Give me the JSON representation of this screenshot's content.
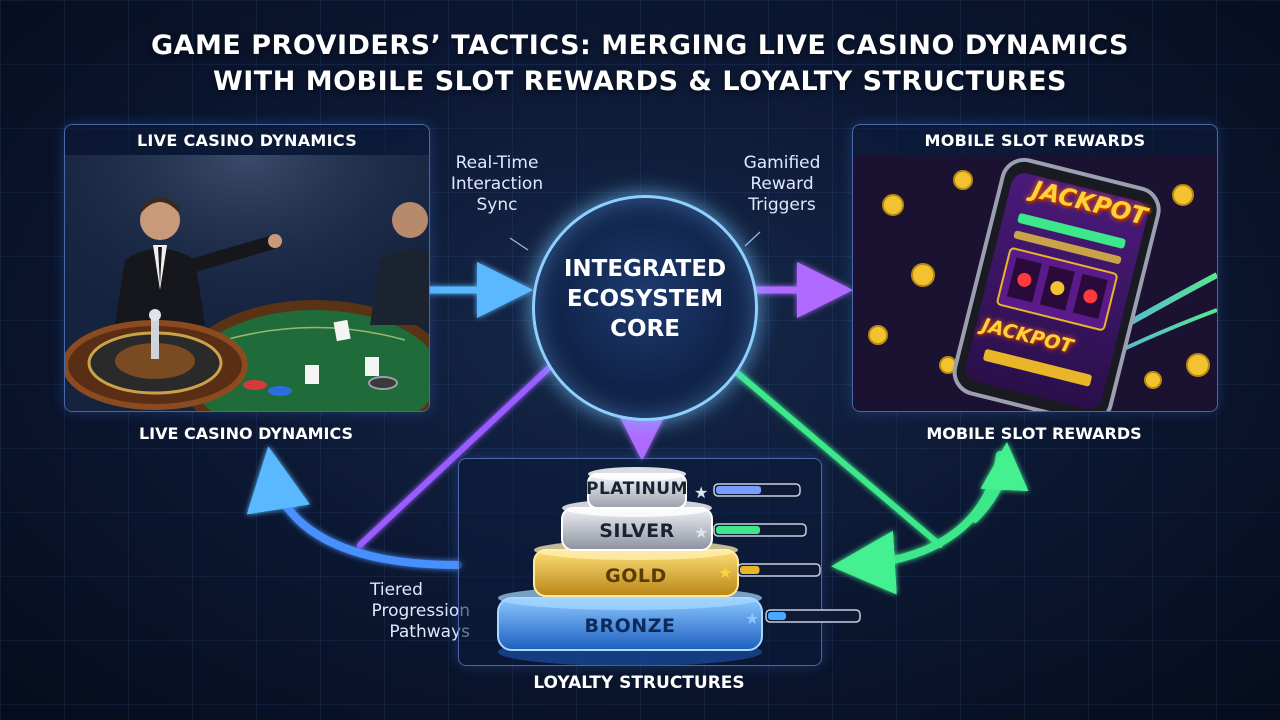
{
  "title": {
    "line1": "GAME PROVIDERS’ TACTICS: MERGING LIVE CASINO DYNAMICS",
    "line2": "WITH MOBILE SLOT REWARDS & LOYALTY STRUCTURES"
  },
  "live_panel": {
    "header": "LIVE CASINO DYNAMICS",
    "caption": "LIVE CASINO DYNAMICS"
  },
  "slot_panel": {
    "header": "MOBILE SLOT REWARDS",
    "caption": "MOBILE SLOT REWARDS",
    "jackpot_top": "JACKPOT",
    "jackpot_bottom": "JACKPOT"
  },
  "core": {
    "line1": "INTEGRATED",
    "line2": "ECOSYSTEM",
    "line3": "CORE"
  },
  "connectors": {
    "left_top": [
      "Real-Time",
      "Interaction",
      "Sync"
    ],
    "right_top": [
      "Gamified",
      "Reward",
      "Triggers"
    ],
    "bottom_left": [
      "Tiered",
      "Progression",
      "Pathways"
    ]
  },
  "loyalty": {
    "caption": "LOYALTY STRUCTURES",
    "tiers": [
      {
        "name": "PLATINUM",
        "progress": 0.55
      },
      {
        "name": "SILVER",
        "progress": 0.5
      },
      {
        "name": "GOLD",
        "progress": 0.25
      },
      {
        "name": "BRONZE",
        "progress": 0.2
      }
    ]
  },
  "colors": {
    "blue_flow": "#4aa8ff",
    "purple_flow": "#a05cff",
    "green_flow": "#3ee88a",
    "core_ring": "#8fd0ff",
    "platinum": "#d8dce4",
    "silver": "#c4c8d0",
    "gold": "#e8b628",
    "bronze": "#4f9cf0"
  }
}
